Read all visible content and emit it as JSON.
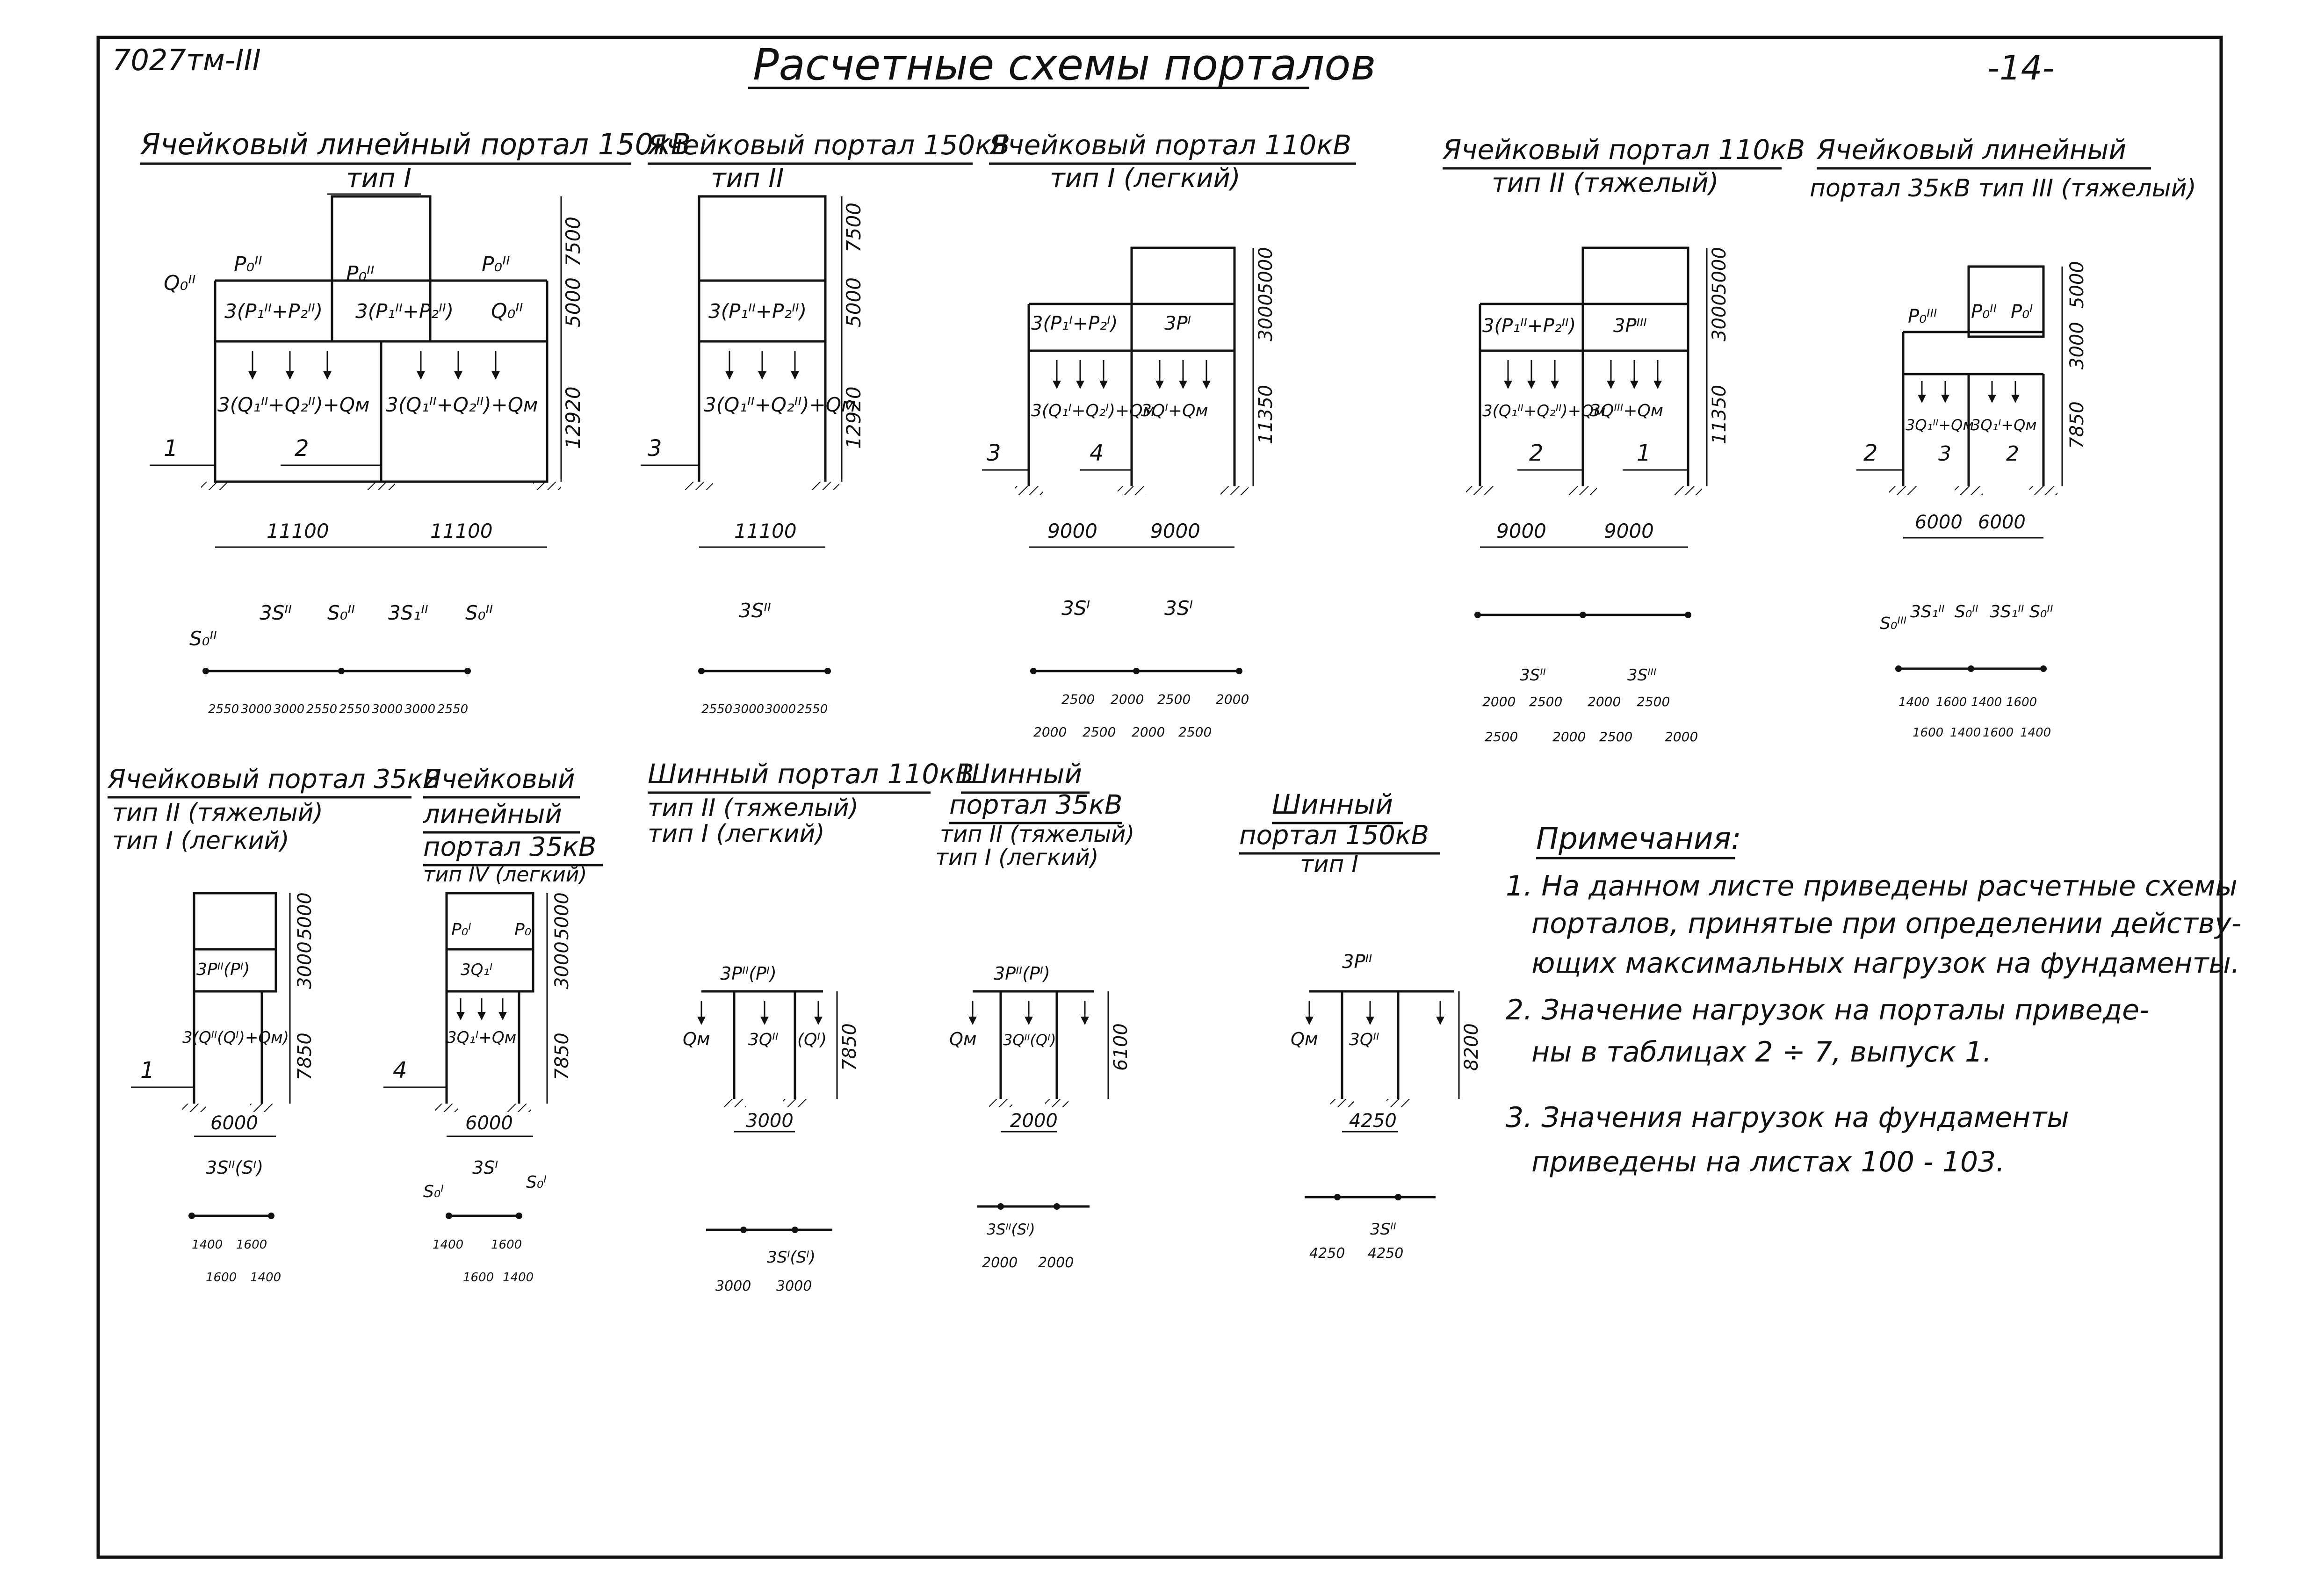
{
  "header": {
    "doc_code": "7027тм-III",
    "title": "Расчетные схемы порталов",
    "page": "-14-"
  },
  "schemes": {
    "s1": {
      "title_l1": "Ячейковый линейный портал 150кВ",
      "title_l2": "тип I",
      "dims": {
        "h1": "7500",
        "h2": "5000",
        "h3": "12920",
        "w1": "11100",
        "w2": "11100"
      },
      "labels": {
        "q_left": "Q₀ᴵᴵ",
        "p_left": "P₀ᴵᴵ",
        "p_mid": "P₀ᴵᴵ",
        "p_right": "P₀ᴵᴵ",
        "q_right": "Q₀ᴵᴵ",
        "load_top_a": "3(P₁ᴵᴵ+P₂ᴵᴵ)",
        "load_top_b": "3(P₁ᴵᴵ+P₂ᴵᴵ)",
        "load_bot_a": "3(Q₁ᴵᴵ+Q₂ᴵᴵ)+Qм",
        "load_bot_b": "3(Q₁ᴵᴵ+Q₂ᴵᴵ)+Qм",
        "mark1": "1",
        "mark2": "2"
      },
      "beam": {
        "s_left": "S₀ᴵᴵ",
        "g1": "3Sᴵᴵ",
        "s_mid": "S₀ᴵᴵ",
        "g2": "3S₁ᴵᴵ",
        "s_right": "S₀ᴵᴵ",
        "spans": [
          "2550",
          "3000",
          "3000",
          "2550",
          "2550",
          "3000",
          "3000",
          "2550"
        ]
      }
    },
    "s2": {
      "title_l1": "Ячейковый портал 150кВ",
      "title_l2": "тип II",
      "dims": {
        "h1": "7500",
        "h2": "5000",
        "h3": "12920",
        "w1": "11100"
      },
      "labels": {
        "load_top": "3(P₁ᴵᴵ+P₂ᴵᴵ)",
        "load_bot": "3(Q₁ᴵᴵ+Q₂ᴵᴵ)+Qм",
        "mark": "3"
      },
      "beam": {
        "g": "3Sᴵᴵ",
        "spans": [
          "2550",
          "3000",
          "3000",
          "2550"
        ]
      }
    },
    "s3": {
      "title_l1": "Ячейковый портал 110кВ",
      "title_l2": "тип I (легкий)",
      "dims": {
        "h1": "5000",
        "h2": "3000",
        "h3": "11350",
        "w1": "9000",
        "w2": "9000"
      },
      "labels": {
        "load_top_a": "3(P₁ᴵ+P₂ᴵ)",
        "load_top_b": "3Pᴵ",
        "load_bot_a": "3(Q₁ᴵ+Q₂ᴵ)+Qм",
        "load_bot_b": "3Qᴵ+Qм",
        "mark_a": "3",
        "mark_b": "4"
      },
      "beam": {
        "g1": "3Sᴵ",
        "g2": "3Sᴵ",
        "spans_top": [
          "2500",
          "2000",
          "2500",
          "2000"
        ],
        "spans_bot": [
          "2000",
          "2500",
          "2000",
          "2500"
        ]
      }
    },
    "s4": {
      "title_l1": "Ячейковый портал 110кВ",
      "title_l2": "тип II (тяжелый)",
      "dims": {
        "h1": "5000",
        "h2": "3000",
        "h3": "11350",
        "w1": "9000",
        "w2": "9000"
      },
      "labels": {
        "load_top_a": "3(P₁ᴵᴵ+P₂ᴵᴵ)",
        "load_top_b": "3Pᴵᴵᴵ",
        "load_bot_a": "3(Q₁ᴵᴵ+Q₂ᴵᴵ)+Qм",
        "load_bot_b": "3Qᴵᴵᴵ+Qм",
        "mark_a": "2",
        "mark_b": "1"
      },
      "beam": {
        "g1": "3Sᴵᴵ",
        "g2": "3Sᴵᴵᴵ",
        "spans_top": [
          "2000",
          "2500",
          "2000",
          "2500"
        ],
        "spans_bot": [
          "2500",
          "2000",
          "2500",
          "2000"
        ]
      }
    },
    "s5": {
      "title_l1": "Ячейковый линейный",
      "title_l2": "портал 35кВ тип III (тяжелый)",
      "dims": {
        "h1": "5000",
        "h2": "3000",
        "h3": "7850",
        "w1": "6000",
        "w2": "6000"
      },
      "labels": {
        "p_a": "P₀ᴵᴵᴵ",
        "p_b": "P₀ᴵᴵ",
        "p_c": "P₀ᴵ",
        "load_bot_a": "3Q₁ᴵᴵ+Qм",
        "load_bot_b": "3Q₁ᴵ+Qм",
        "mark_a": "2",
        "mark_b": "3",
        "mark_c": "2"
      },
      "beam": {
        "s_left": "S₀ᴵᴵᴵ",
        "g1": "3S₁ᴵᴵ",
        "s_mid": "S₀ᴵᴵ",
        "g2": "3S₁ᴵᴵ",
        "s_right": "S₀ᴵᴵ",
        "spans_top": [
          "1400",
          "1600",
          "1400",
          "1600"
        ],
        "spans_bot": [
          "1600",
          "1400",
          "1600",
          "1400"
        ]
      }
    },
    "s6": {
      "title_l1": "Ячейковый портал 35кВ",
      "title_l2": "тип II (тяжелый)",
      "title_l3": "тип I (легкий)",
      "dims": {
        "h1": "5000",
        "h2": "3000",
        "h3": "7850",
        "w1": "6000"
      },
      "labels": {
        "load_top": "3Pᴵᴵ(Pᴵ)",
        "load_bot": "3(Qᴵᴵ(Qᴵ)+Qм)",
        "mark": "1"
      },
      "beam": {
        "g": "3Sᴵᴵ(Sᴵ)",
        "spans_top": [
          "1400",
          "1600"
        ],
        "spans_bot": [
          "1600",
          "1400"
        ]
      }
    },
    "s7": {
      "title_l1": "Ячейковый",
      "title_l2": "линейный",
      "title_l3": "портал 35кВ",
      "title_l4": "тип IV (легкий)",
      "dims": {
        "h1": "5000",
        "h2": "3000",
        "h3": "7850",
        "w1": "6000"
      },
      "labels": {
        "p_a": "P₀ᴵ",
        "p_b": "P₀ᴵ",
        "load_top": "3Q₁ᴵ",
        "load_bot": "3Q₁ᴵ+Qм",
        "mark": "4"
      },
      "beam": {
        "s_left": "S₀ᴵ",
        "g": "3Sᴵ",
        "s_right": "S₀ᴵ",
        "spans_top": [
          "1400",
          "1600"
        ],
        "spans_bot": [
          "1600",
          "1400"
        ]
      }
    },
    "s8": {
      "title_l1": "Шинный портал 110кВ",
      "title_l2": "тип II (тяжелый)",
      "title_l3": "тип I (легкий)",
      "dims": {
        "h1": "7850",
        "w1": "3000"
      },
      "labels": {
        "top": "3Pᴵᴵ(Pᴵ)",
        "qm": "Qм",
        "q_a": "3Qᴵᴵ",
        "q_b": "(Qᴵ)"
      },
      "beam": {
        "g": "3Sᴵ(Sᴵ)",
        "spans": [
          "3000",
          "3000"
        ]
      }
    },
    "s9": {
      "title_l1": "Шинный",
      "title_l2": "портал 35кВ",
      "title_l3": "тип II (тяжелый)",
      "title_l4": "тип I (легкий)",
      "dims": {
        "h1": "6100",
        "w1": "2000"
      },
      "labels": {
        "top": "3Pᴵᴵ(Pᴵ)",
        "qm": "Qм",
        "q_a": "3Qᴵᴵ(Qᴵ)"
      },
      "beam": {
        "g": "3Sᴵᴵ(Sᴵ)",
        "spans": [
          "2000",
          "2000"
        ]
      }
    },
    "s10": {
      "title_l1": "Шинный",
      "title_l2": "портал 150кВ",
      "title_l3": "тип I",
      "dims": {
        "h1": "8200",
        "w1": "4250"
      },
      "labels": {
        "top": "3Pᴵᴵ",
        "qm": "Qм",
        "q_a": "3Qᴵᴵ"
      },
      "beam": {
        "g": "3Sᴵᴵ",
        "spans": [
          "4250",
          "4250"
        ]
      }
    }
  },
  "notes": {
    "heading": "Примечания:",
    "n1_l1": "1. На данном листе приведены расчетные схемы",
    "n1_l2": "порталов, принятые при определении действу-",
    "n1_l3": "ющих максимальных нагрузок на фундаменты.",
    "n2_l1": "2. Значение нагрузок на порталы приведе-",
    "n2_l2": "ны в таблицах 2 ÷ 7, выпуск 1.",
    "n3_l1": "3. Значения нагрузок на фундаменты",
    "n3_l2": "приведены на листах 100 - 103."
  }
}
